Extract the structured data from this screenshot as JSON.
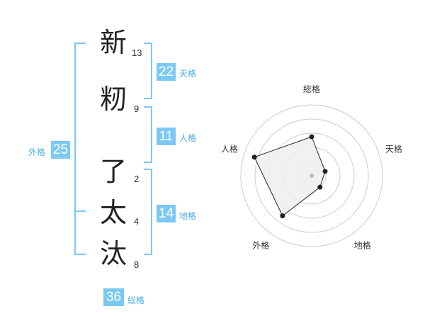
{
  "name_chars": [
    {
      "char": "新",
      "strokes": "13"
    },
    {
      "char": "籾",
      "strokes": "9"
    },
    {
      "char": "了",
      "strokes": "2"
    },
    {
      "char": "太",
      "strokes": "4"
    },
    {
      "char": "汰",
      "strokes": "8"
    }
  ],
  "fortunes": {
    "tenkaku": {
      "value": "22",
      "label": "天格"
    },
    "jinkaku": {
      "value": "11",
      "label": "人格"
    },
    "chikaku": {
      "value": "14",
      "label": "地格"
    },
    "gaikaku": {
      "value": "25",
      "label": "外格"
    },
    "soukaku": {
      "value": "36",
      "label": "総格"
    }
  },
  "radar": {
    "axes": [
      "総格",
      "天格",
      "地格",
      "外格",
      "人格"
    ],
    "levels": 5,
    "values": [
      0.55,
      0.2,
      0.2,
      0.7,
      0.85
    ],
    "colors": {
      "ring": "#cccccc",
      "fill": "#eeeeee",
      "line": "#222222",
      "center": "#bbbbbb"
    }
  }
}
